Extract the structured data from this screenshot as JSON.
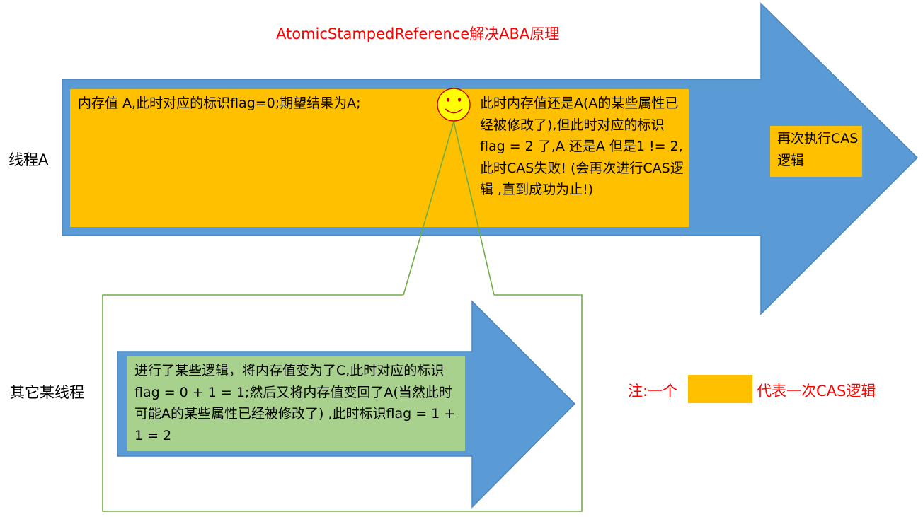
{
  "title": "AtomicStampedReference解决ABA原理",
  "colors": {
    "arrow_blue": "#5b9bd5",
    "box_orange": "#ffc000",
    "box_green": "#a9d18e",
    "outline_green": "#70ad47",
    "smiley_yellow": "#ffff00",
    "red_text": "#ff0000"
  },
  "thread_a": {
    "label": "线程A",
    "text_left": "内存值 A,此时对应的标识flag=0;期望结果为A;",
    "text_right": "此时内存值还是A(A的某些属性已经被修改了),但此时对应的标识flag =  2 了,A 还是A 但是1 != 2,此时CAS失败! (会再次进行CAS逻辑 ,直到成功为止!)",
    "again_text": "再次执行CAS逻辑"
  },
  "other_thread": {
    "label": "其它某线程",
    "text": "进行了某些逻辑，将内存值变为了C,此时对应的标识flag = 0 + 1 = 1;然后又将内存值变回了A(当然此时可能A的某些属性已经被修改了) ,此时标识flag = 1 + 1 = 2"
  },
  "icon": "smiley-face-icon",
  "note": {
    "prefix": "注:一个",
    "suffix": "代表一次CAS逻辑"
  }
}
